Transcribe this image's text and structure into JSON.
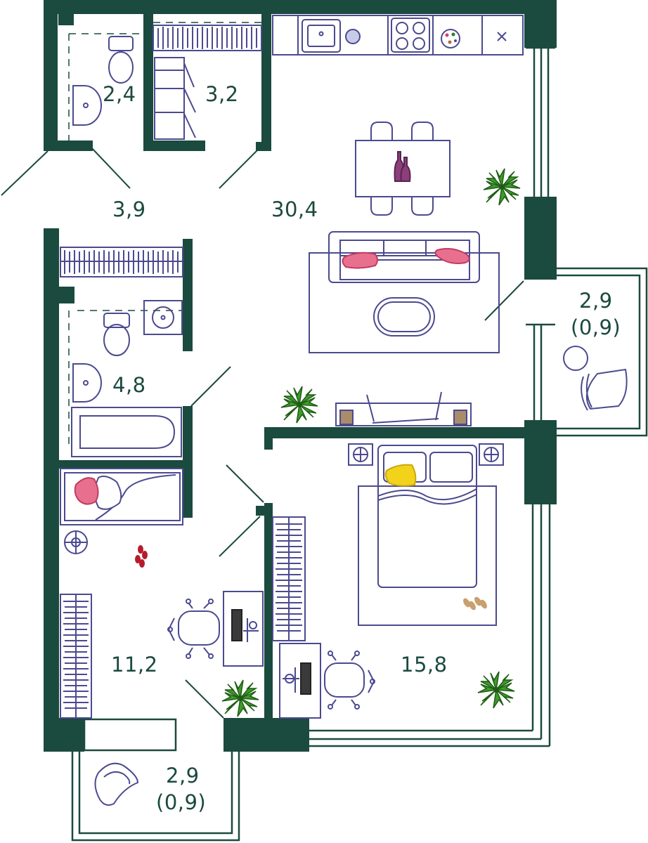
{
  "colors": {
    "wall": "#1b4a3f",
    "furniture": "#4b4a8f",
    "plant": "#2e7d1f",
    "accent_pink": "#d93a6e",
    "accent_yellow": "#f2d21b",
    "vase": "#8c3f7a",
    "text": "#1b4a3f"
  },
  "rooms": {
    "wc_small": {
      "area": "2,4"
    },
    "closet": {
      "area": "3,2"
    },
    "hall": {
      "area": "3,9"
    },
    "kitchen_living": {
      "area": "30,4"
    },
    "balcony_right": {
      "area": "2,9",
      "reduced_area": "(0,9)"
    },
    "bathroom": {
      "area": "4,8"
    },
    "bedroom_small": {
      "area": "11,2"
    },
    "bedroom_main": {
      "area": "15,8"
    },
    "balcony_bottom": {
      "area": "2,9",
      "reduced_area": "(0,9)"
    }
  },
  "icons": [
    "toilet-icon",
    "sink-icon",
    "bathtub-icon",
    "stove-icon",
    "hood-x-icon",
    "plant-icon",
    "chair-icon",
    "bed-icon",
    "sofa-icon",
    "table-icon",
    "vase-icon",
    "desk-icon",
    "slippers-icon",
    "lamp-icon"
  ]
}
